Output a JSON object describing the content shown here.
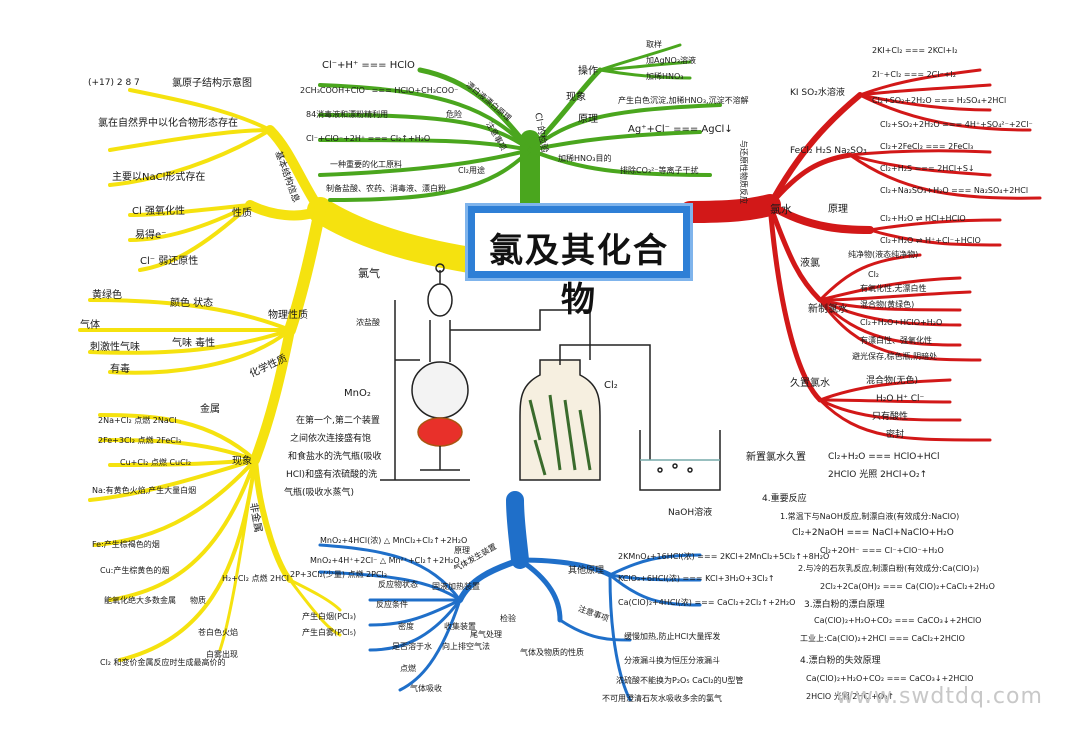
{
  "title": "氯及其化合物",
  "colors": {
    "yellow": "#f5e20f",
    "green": "#4aa61e",
    "red": "#d21818",
    "blue": "#1f6fc9",
    "title_border": "#2e7fd6"
  },
  "watermark": "www.swdtdq.com",
  "left": {
    "node": "氯气",
    "atom": "(+17) 2 8 7",
    "structure": [
      "氯原子结构示意图",
      "氯在自然界中以化合物形态存在",
      "主要以NaCl形式存在"
    ],
    "structure_label": "基本结构信息",
    "chem_label": "性质",
    "chem_items": [
      "Cl 强氧化性",
      "易得e⁻",
      "Cl⁻ 弱还原性"
    ],
    "phys_label": "物理性质",
    "phys_items": [
      "黄绿色",
      "颜色 状态",
      "气体",
      "刺激性气味",
      "气味 毒性",
      "有毒"
    ],
    "chem_prop_label": "化学性质",
    "metal_label": "金属",
    "metal_items": [
      "2Na+Cl₂ 点燃 2NaCl",
      "2Fe+3Cl₂ 点燃 2FeCl₃",
      "Cu+Cl₂ 点燃 CuCl₂"
    ],
    "phenomena_label": "现象",
    "phenomena": [
      "Na:有黄色火焰,产生大量白烟",
      "Fe:产生棕褐色的烟",
      "Cu:产生棕黄色的烟"
    ],
    "nonmetal_label": "非金属",
    "nonmetal_items": [
      "H₂+Cl₂ 点燃 2HCl",
      "苍白色火焰",
      "2P+3Cl₂(少量) 点燃 2PCl₃",
      "产生白烟(PCl₃)",
      "产生白雾(PCl₅)"
    ],
    "other": [
      "能氧化绝大多数金属",
      "Cl₂ 和变价金属反应时生成最高价的",
      "物质",
      "白雾出现"
    ]
  },
  "top": {
    "node": "Cl⁻的检验",
    "items": [
      "Cl⁻+H⁺ === HClO",
      "2CH₃COOH+ClO⁻ === HClO+CH₃COO⁻",
      "84消毒液和漂粉精利用",
      "危险",
      "Cl⁻+ClO⁻+2H⁺ === Cl₂↑+H₂O",
      "一种重要的化工原料",
      "Cl₂用途",
      "制备盐酸、农药、消毒液、漂白粉"
    ],
    "ops_label": "操作",
    "ops": [
      "取样",
      "加AgNO₃溶液",
      "加稀HNO₃"
    ],
    "phenomenon_label": "现象",
    "phenomenon": "产生白色沉淀,加稀HNO₃,沉淀不溶解",
    "principle_label": "原理",
    "principle": "Ag⁺+Cl⁻ === AgCl↓",
    "purpose_label": "加稀HNO₃目的",
    "purpose": "排除CO₃²⁻等离子干扰",
    "labels": [
      "漂白液漂白原理",
      "注意事项",
      "离子"
    ]
  },
  "right": {
    "node_label": "与还原性物质反应",
    "rxn_group": [
      "KI SO₂水溶液",
      "FeCl₂ H₂S Na₂SO₃"
    ],
    "rxns": [
      "2KI+Cl₂ === 2KCl+I₂",
      "2I⁻+Cl₂ === 2Cl⁻+I₂",
      "Cl₂+SO₂+2H₂O === H₂SO₄+2HCl",
      "Cl₂+SO₂+2H₂O === 4H⁺+SO₄²⁻+2Cl⁻",
      "Cl₂+2FeCl₂ === 2FeCl₃",
      "Cl₂+H₂S === 2HCl+S↓",
      "Cl₂+Na₂SO₃+H₂O === Na₂SO₄+2HCl"
    ],
    "water_label": "氯水",
    "water_principle": "原理",
    "water_rxns": [
      "Cl₂+H₂O ⇌ HCl+HClO",
      "Cl₂+H₂O ⇌ H⁺+Cl⁻+HClO"
    ],
    "liquid_label": "液氯",
    "liquid": [
      "纯净物(液态纯净物)",
      "Cl₂",
      "有氧化性,无漂白性"
    ],
    "new_water": "新制氯水",
    "new_items": [
      "混合物(黄绿色)",
      "Cl₂+H₂O+HClO+H₂O",
      "有漂白性、强氧化性",
      "避光保存,棕色瓶,阴暗处"
    ],
    "old_water": "久置氯水",
    "old_items": [
      "混合物(无色)",
      "H₂O H⁺ Cl⁻",
      "只有酸性",
      "密封"
    ],
    "light_label": "新置氯水久置",
    "light_rxns": [
      "Cl₂+H₂O === HClO+HCl",
      "2HClO 光照 2HCl+O₂↑"
    ]
  },
  "bottom": {
    "lab_items": [
      "MnO₂+4HCl(浓) △ MnCl₂+Cl₂↑+2H₂O",
      "原理",
      "MnO₂+4H⁺+2Cl⁻ △ Mn²⁺+Cl₂↑+2H₂O",
      "反应物状态",
      "固液加热装置",
      "反应条件",
      "气体发生装置",
      "密度",
      "收集装置",
      "是否溶于水",
      "向上排空气法",
      "气体及物质的性质",
      "尾气处理",
      "检验",
      "点燃",
      "气体吸收"
    ],
    "method_label": "其他原理",
    "method_rxns": [
      "2KMnO₄+16HCl(浓) === 2KCl+2MnCl₂+5Cl₂↑+8H₂O",
      "KClO₃+6HCl(浓) === KCl+3H₂O+3Cl₂↑",
      "Ca(ClO)₂+4HCl(浓) === CaCl₂+2Cl₂↑+2H₂O"
    ],
    "notes_label": "注意事项",
    "notes": [
      "缓慢加热,防止HCl大量挥发",
      "分液漏斗换为恒压分液漏斗",
      "浓硫酸不能换为P₂O₅ CaCl₂的U型管",
      "不可用澄清石灰水吸收多余的氯气"
    ]
  },
  "apparatus": {
    "labels": [
      "浓盐酸",
      "MnO₂",
      "Cl₂",
      "NaOH溶液"
    ],
    "note": [
      "在第一个,第二个装置",
      "之间依次连接盛有饱",
      "和食盐水的洗气瓶(吸收",
      "HCl)和盛有浓硫酸的洗",
      "气瓶(吸收水蒸气)"
    ]
  },
  "bleach": {
    "heading": "4.重要反应",
    "items": [
      "1.常温下与NaOH反应,制漂白液(有效成分:NaClO)",
      "Cl₂+2NaOH === NaCl+NaClO+H₂O",
      "Cl₂+2OH⁻ === Cl⁻+ClO⁻+H₂O",
      "2.与冷的石灰乳反应,制漂白粉(有效成分:Ca(ClO)₂)",
      "2Cl₂+2Ca(OH)₂ === Ca(ClO)₂+CaCl₂+2H₂O",
      "3.漂白粉的漂白原理",
      "Ca(ClO)₂+H₂O+CO₂ === CaCO₃↓+2HClO",
      "工业上:Ca(ClO)₂+2HCl === CaCl₂+2HClO",
      "4.漂白粉的失效原理",
      "Ca(ClO)₂+H₂O+CO₂ === CaCO₃↓+2HClO",
      "2HClO 光照 2HCl+O₂↑"
    ]
  }
}
